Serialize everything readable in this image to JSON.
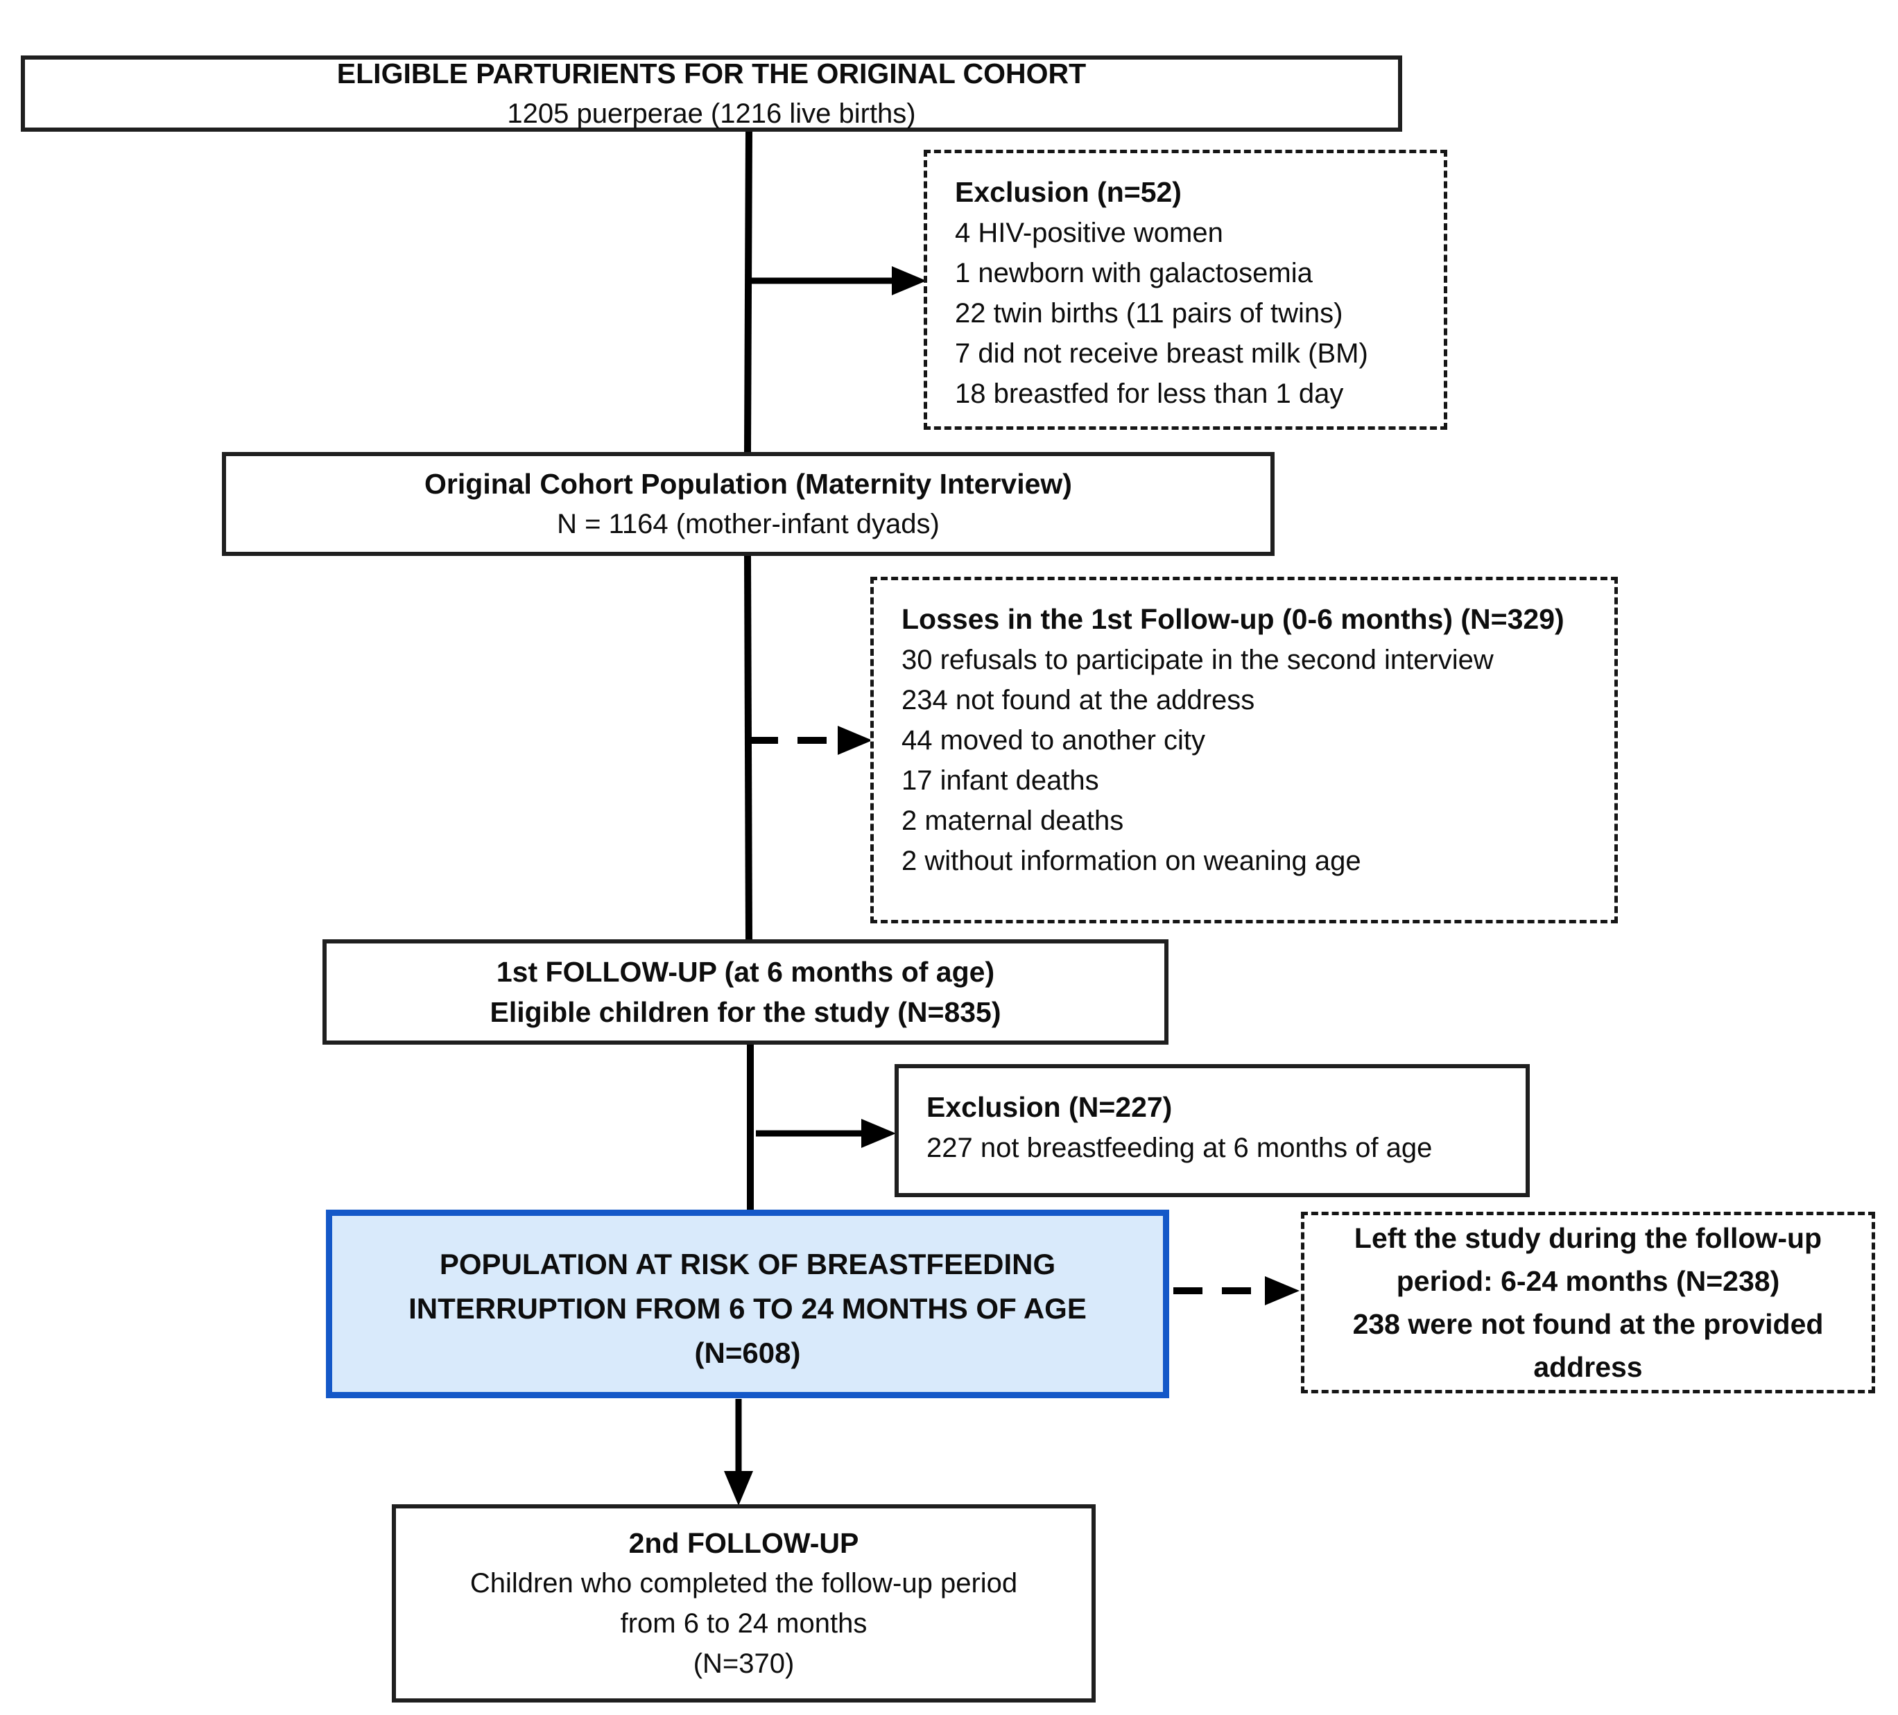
{
  "diagram": {
    "boxes": {
      "eligible": {
        "title": "ELIGIBLE PARTURIENTS FOR THE ORIGINAL COHORT",
        "subtitle": "1205 puerperae (1216 live births)"
      },
      "exclusion1": {
        "title": "Exclusion (n=52)",
        "items": [
          "4 HIV-positive women",
          "1 newborn with galactosemia",
          "22 twin births (11 pairs of twins)",
          "7 did not receive breast milk (BM)",
          "18 breastfed for less than 1 day"
        ]
      },
      "original_cohort": {
        "title": "Original Cohort Population (Maternity Interview)",
        "subtitle": "N = 1164 (mother-infant dyads)"
      },
      "losses1": {
        "title": "Losses in the 1st Follow-up (0-6 months) (N=329)",
        "items": [
          "30 refusals to participate in the second interview",
          "234 not found at the address",
          "44 moved to another city",
          "17 infant deaths",
          "2 maternal deaths",
          "2 without information on weaning age"
        ]
      },
      "followup1": {
        "title": "1st FOLLOW-UP (at 6 months of age)",
        "subtitle": "Eligible children for the study (N=835)"
      },
      "exclusion2": {
        "title": "Exclusion (N=227)",
        "items": [
          "227 not breastfeeding at 6 months of age"
        ]
      },
      "population_at_risk": {
        "title": "POPULATION AT RISK OF BREASTFEEDING INTERRUPTION FROM 6 TO 24 MONTHS OF AGE",
        "n": "(N=608)"
      },
      "left_study": {
        "title": "Left the study during the follow-up period: 6-24 months (N=238)",
        "detail": "238 were not found at the provided address"
      },
      "followup2": {
        "title": "2nd FOLLOW-UP",
        "lines": [
          "Children who completed the follow-up period",
          "from 6 to 24 months",
          "(N=370)"
        ]
      }
    },
    "colors": {
      "highlight_border": "#1458c8",
      "highlight_fill": "#d9eafb",
      "line": "#000000"
    }
  }
}
